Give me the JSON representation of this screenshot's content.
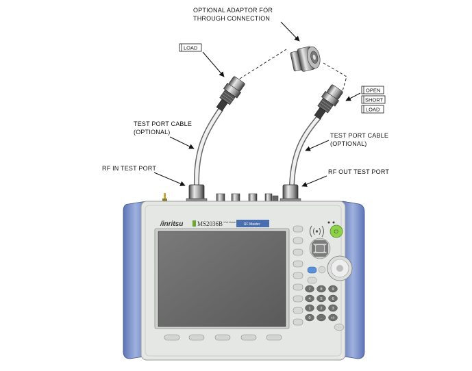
{
  "labels": {
    "optional_adaptor_line1": "OPTIONAL  ADAPTOR  FOR",
    "optional_adaptor_line2": "THROUGH  CONNECTION",
    "load_left": "LOAD",
    "open_right": "OPEN",
    "short_right": "SHORT",
    "load_right": "LOAD",
    "test_port_cable_left_line1": "TEST PORT CABLE",
    "test_port_cable_left_line2": "(OPTIONAL)",
    "test_port_cable_right_line1": "TEST PORT CABLE",
    "test_port_cable_right_line2": "(OPTIONAL)",
    "rf_in_test_port": "RF IN TEST PORT",
    "rf_out_test_port": "RF OUT TEST PORT"
  },
  "device": {
    "brand": "/inritsu",
    "model": "MS2036B",
    "submodel": "VNA Master",
    "badge": "RF Master",
    "keypad": [
      "7",
      "8",
      "9",
      "4",
      "5",
      "6",
      "1",
      "2",
      "3",
      "0",
      ".",
      "+/-"
    ]
  },
  "colors": {
    "casing": "#e4e6e4",
    "bumper": "#7f95c8",
    "screen": "#6c6c6c",
    "power_button": "#8fd14a"
  }
}
